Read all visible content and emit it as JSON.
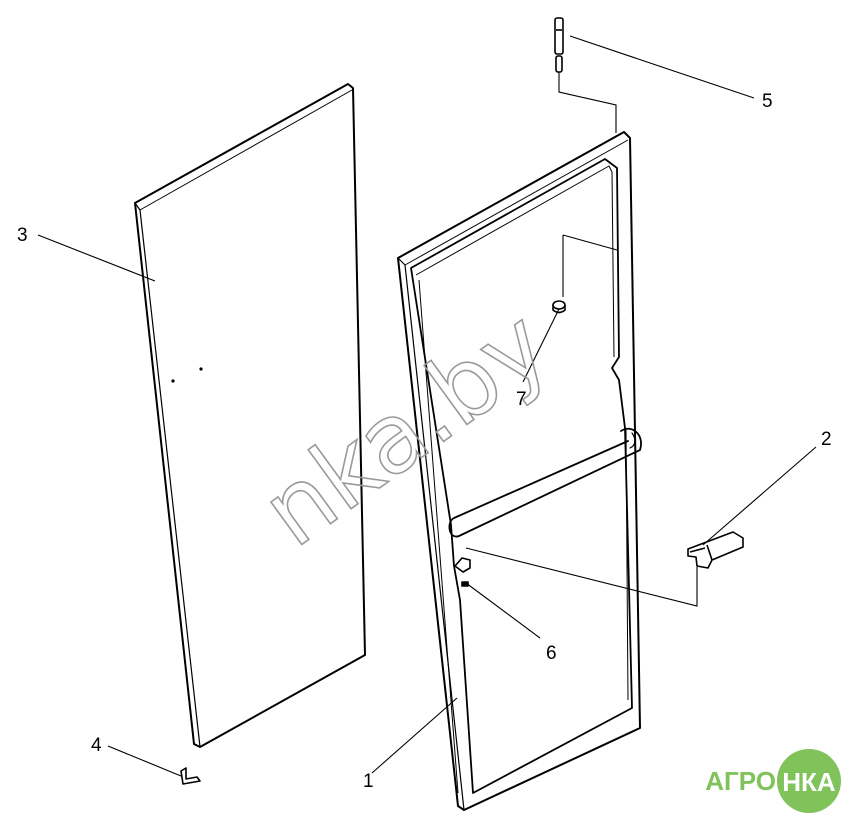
{
  "diagram": {
    "callouts": [
      "1",
      "2",
      "3",
      "4",
      "5",
      "6",
      "7"
    ]
  },
  "watermark": {
    "text": "nka.by"
  },
  "logo": {
    "left_text": "АГРО",
    "badge_text": "НКА",
    "color": "#7fc35a"
  }
}
